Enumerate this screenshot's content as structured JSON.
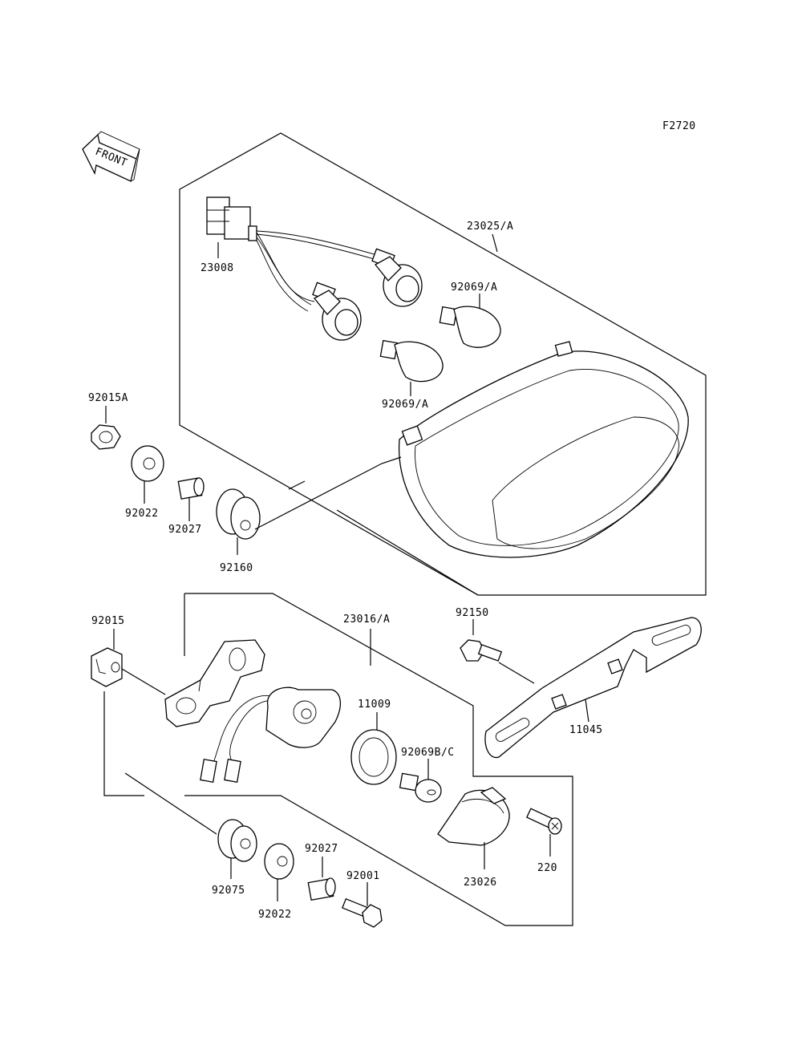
{
  "figure_code": "F2720",
  "front_label": "FRONT",
  "parts": {
    "p23025A": "23025/A",
    "p23008": "23008",
    "p92069A_top": "92069/A",
    "p92069A_bottom": "92069/A",
    "p92015A": "92015A",
    "p92022_top": "92022",
    "p92027_top": "92027",
    "p92160": "92160",
    "p92015": "92015",
    "p23016A": "23016/A",
    "p92150": "92150",
    "p11009": "11009",
    "p92069BC": "92069B/C",
    "p11045": "11045",
    "p220": "220",
    "p23026": "23026",
    "p92075": "92075",
    "p92022_bottom": "92022",
    "p92027_bottom": "92027",
    "p92001": "92001"
  }
}
